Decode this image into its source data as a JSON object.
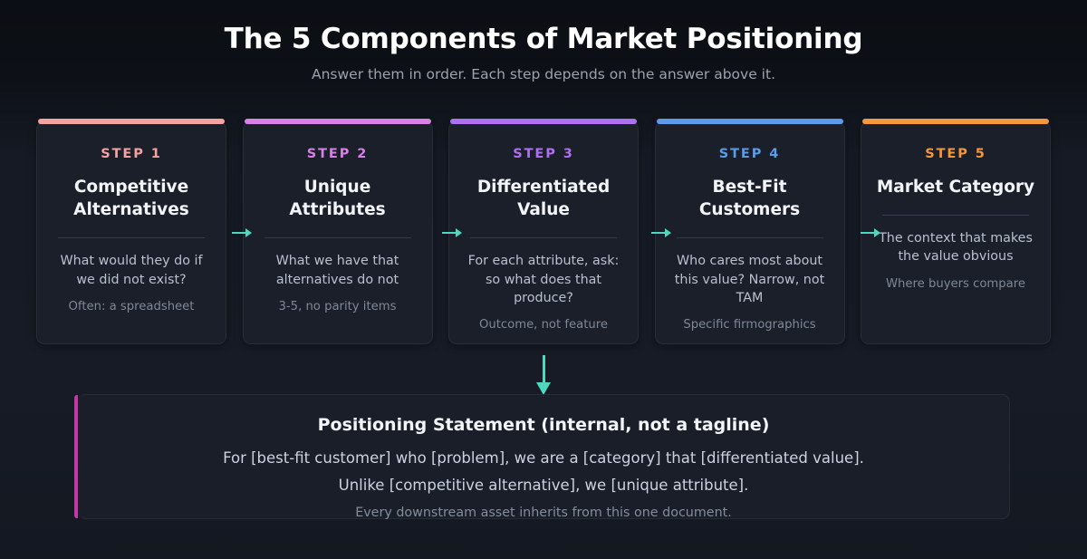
{
  "header": {
    "title": "The 5 Components of Market Positioning",
    "subtitle": "Answer them in order. Each step depends on the answer above it."
  },
  "colors": {
    "page_background": "#0c0f14",
    "card_background": "#1a1f29",
    "card_border": "#262c38",
    "connector_arrow": "#4fd8c0",
    "panel_accent": "#c238a8",
    "step1": "#f4a3a3",
    "step2": "#d781e8",
    "step3": "#b06ff0",
    "step4": "#5b9ce8",
    "step5": "#f5973c"
  },
  "steps": [
    {
      "label": "STEP 1",
      "title": "Competitive Alternatives",
      "description": "What would they do if we did not exist?",
      "note": "Often: a spreadsheet",
      "accent": "#f4a3a3"
    },
    {
      "label": "STEP 2",
      "title": "Unique Attributes",
      "description": "What we have that alternatives do not",
      "note": "3-5, no parity items",
      "accent": "#d781e8"
    },
    {
      "label": "STEP 3",
      "title": "Differentiated Value",
      "description": "For each attribute, ask: so what does that produce?",
      "note": "Outcome, not feature",
      "accent": "#b06ff0"
    },
    {
      "label": "STEP 4",
      "title": "Best-Fit Customers",
      "description": "Who cares most about this value? Narrow, not TAM",
      "note": "Specific firmographics",
      "accent": "#5b9ce8"
    },
    {
      "label": "STEP 5",
      "title": "Market Category",
      "description": "The context that makes the value obvious",
      "note": "Where buyers compare",
      "accent": "#f5973c"
    }
  ],
  "statement": {
    "title": "Positioning Statement (internal, not a tagline)",
    "line1": "For [best-fit customer] who [problem], we are a [category] that [differentiated value].",
    "line2": "Unlike [competitive alternative], we [unique attribute].",
    "note": "Every downstream asset inherits from this one document."
  },
  "connectors": {
    "horizontal_icon": "arrow-right-icon",
    "vertical_icon": "arrow-down-icon"
  }
}
